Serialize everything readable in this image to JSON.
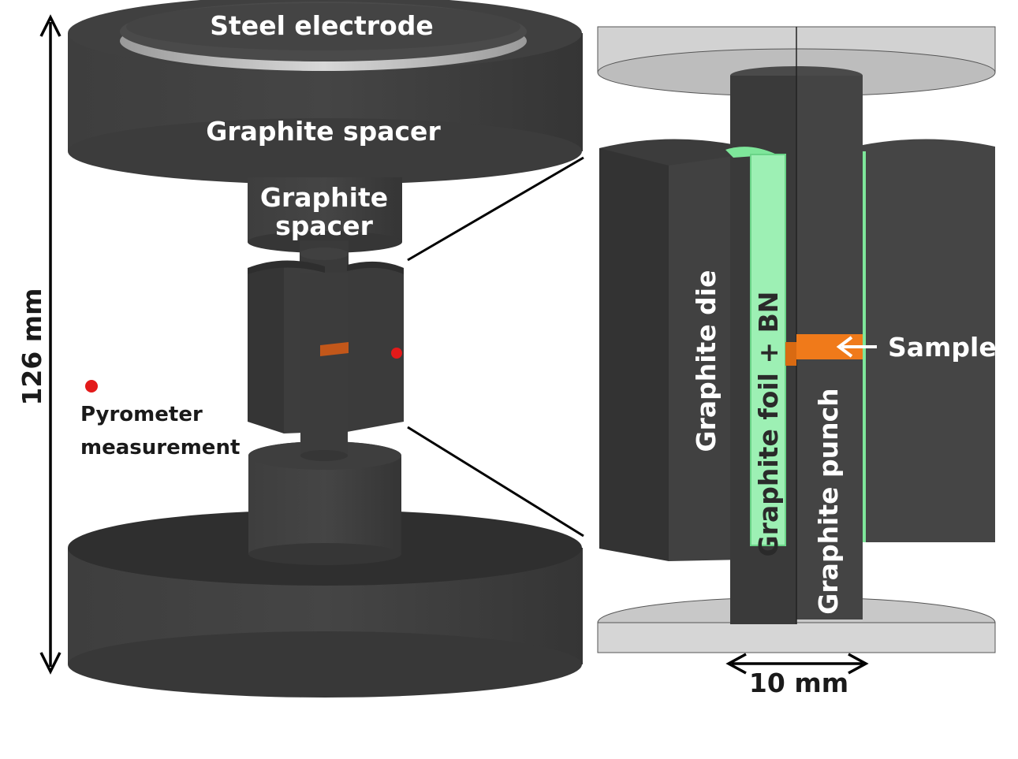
{
  "labels": {
    "steel_electrode": "Steel electrode",
    "graphite_spacer_large": "Graphite spacer",
    "graphite_spacer_small_line1": "Graphite",
    "graphite_spacer_small_line2": "spacer",
    "height_dimension": "126 mm",
    "pyrometer_line1": "Pyrometer",
    "pyrometer_line2": "measurement",
    "graphite_die": "Graphite die",
    "graphite_foil_bn": "Graphite foil + BN",
    "graphite_punch": "Graphite punch",
    "sample": "Sample",
    "width_dimension": "10 mm"
  },
  "colors": {
    "graphite": "#3a3a3a",
    "graphite_dark": "#2b2b2b",
    "graphite_light": "#4a4a4a",
    "steel": "#5a5a5a",
    "foil": "#9df0b4",
    "sample": "#f07a1a",
    "pyrometer_dot": "#e31a1a",
    "ghost": "#c8c8c8"
  }
}
